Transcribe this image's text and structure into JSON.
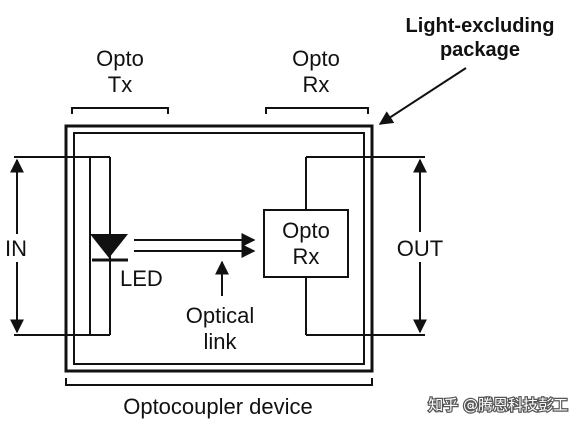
{
  "labels": {
    "opto_tx_line1": "Opto",
    "opto_tx_line2": "Tx",
    "opto_rx_top_line1": "Opto",
    "opto_rx_top_line2": "Rx",
    "light_excluding_line1": "Light-excluding",
    "light_excluding_line2": "package",
    "in": "IN",
    "out": "OUT",
    "led": "LED",
    "opto_rx_box_line1": "Opto",
    "opto_rx_box_line2": "Rx",
    "optical_line1": "Optical",
    "optical_line2": "link",
    "device": "Optocoupler device"
  },
  "watermark": {
    "text": "知乎 @腾恩科技彭工"
  },
  "colors": {
    "ink": "#111111",
    "background": "#ffffff",
    "watermark_text": "#ffffff"
  }
}
